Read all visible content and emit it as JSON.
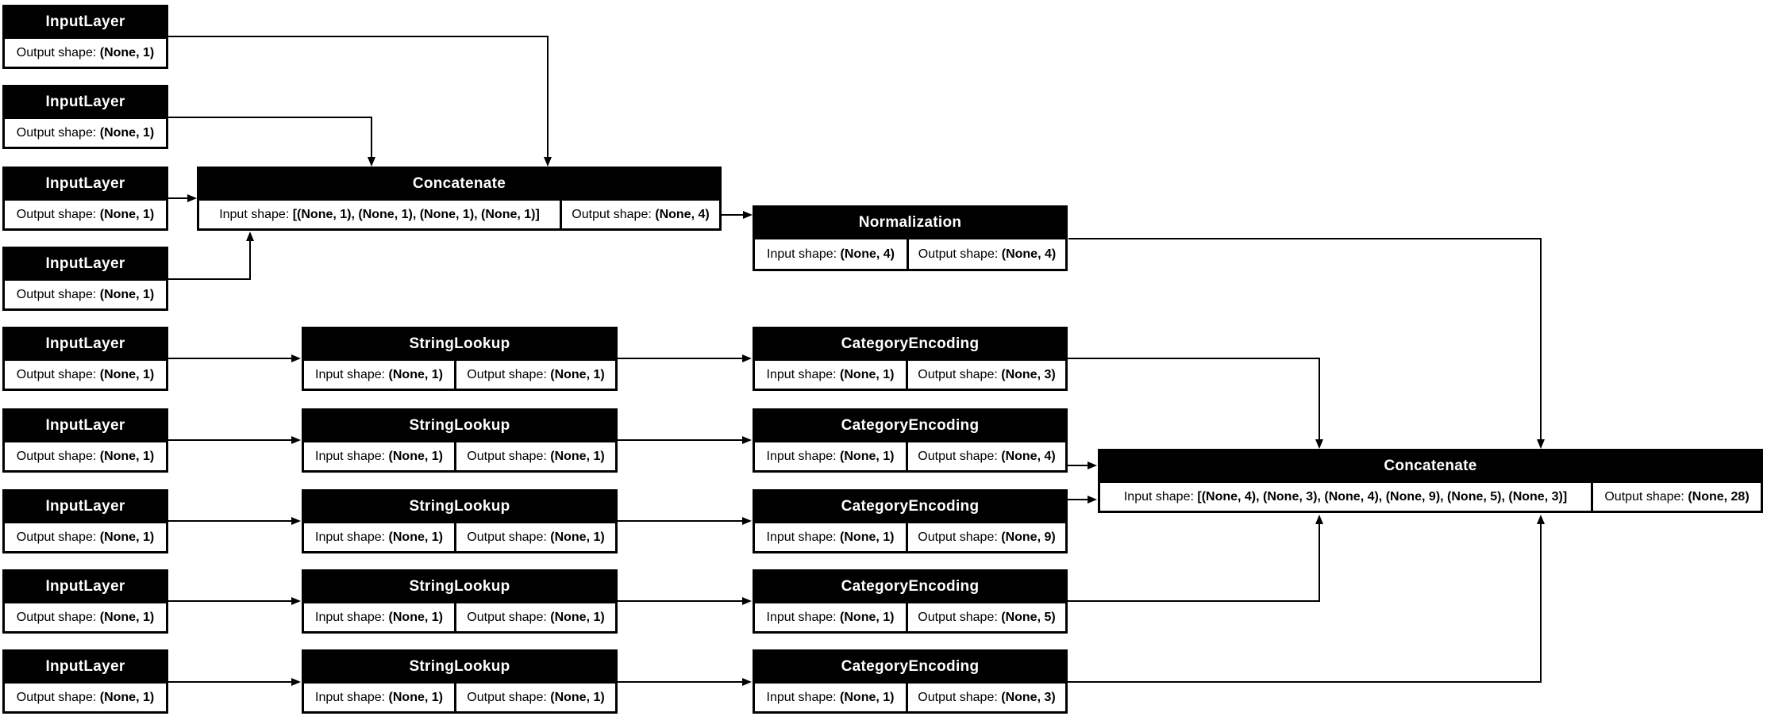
{
  "diagram": {
    "kind": "keras-model-architecture-graph",
    "colors": {
      "node_fill": "#000000",
      "cell_fill": "#ffffff",
      "title_text": "#ffffff",
      "cell_text": "#000000",
      "edge": "#000000",
      "canvas": "#ffffff"
    }
  },
  "labels": {
    "input_shape": "Input shape: ",
    "output_shape": "Output shape: "
  },
  "layers": {
    "inputs": [
      {
        "title": "InputLayer",
        "output_shape": "(None, 1)"
      },
      {
        "title": "InputLayer",
        "output_shape": "(None, 1)"
      },
      {
        "title": "InputLayer",
        "output_shape": "(None, 1)"
      },
      {
        "title": "InputLayer",
        "output_shape": "(None, 1)"
      },
      {
        "title": "InputLayer",
        "output_shape": "(None, 1)"
      },
      {
        "title": "InputLayer",
        "output_shape": "(None, 1)"
      },
      {
        "title": "InputLayer",
        "output_shape": "(None, 1)"
      },
      {
        "title": "InputLayer",
        "output_shape": "(None, 1)"
      },
      {
        "title": "InputLayer",
        "output_shape": "(None, 1)"
      }
    ],
    "concatenate1": {
      "title": "Concatenate",
      "input_shape": "[(None, 1), (None, 1), (None, 1), (None, 1)]",
      "output_shape": "(None, 4)"
    },
    "normalization": {
      "title": "Normalization",
      "input_shape": "(None, 4)",
      "output_shape": "(None, 4)"
    },
    "string_lookups": [
      {
        "title": "StringLookup",
        "input_shape": "(None, 1)",
        "output_shape": "(None, 1)"
      },
      {
        "title": "StringLookup",
        "input_shape": "(None, 1)",
        "output_shape": "(None, 1)"
      },
      {
        "title": "StringLookup",
        "input_shape": "(None, 1)",
        "output_shape": "(None, 1)"
      },
      {
        "title": "StringLookup",
        "input_shape": "(None, 1)",
        "output_shape": "(None, 1)"
      },
      {
        "title": "StringLookup",
        "input_shape": "(None, 1)",
        "output_shape": "(None, 1)"
      }
    ],
    "category_encodings": [
      {
        "title": "CategoryEncoding",
        "input_shape": "(None, 1)",
        "output_shape": "(None, 3)"
      },
      {
        "title": "CategoryEncoding",
        "input_shape": "(None, 1)",
        "output_shape": "(None, 4)"
      },
      {
        "title": "CategoryEncoding",
        "input_shape": "(None, 1)",
        "output_shape": "(None, 9)"
      },
      {
        "title": "CategoryEncoding",
        "input_shape": "(None, 1)",
        "output_shape": "(None, 5)"
      },
      {
        "title": "CategoryEncoding",
        "input_shape": "(None, 1)",
        "output_shape": "(None, 3)"
      }
    ],
    "concatenate2": {
      "title": "Concatenate",
      "input_shape": "[(None, 4), (None, 3), (None, 4), (None, 9), (None, 5), (None, 3)]",
      "output_shape": "(None, 28)"
    }
  },
  "edges": [
    {
      "from": "input-1",
      "to": "concatenate-1"
    },
    {
      "from": "input-2",
      "to": "concatenate-1"
    },
    {
      "from": "input-3",
      "to": "concatenate-1"
    },
    {
      "from": "input-4",
      "to": "concatenate-1"
    },
    {
      "from": "concatenate-1",
      "to": "normalization"
    },
    {
      "from": "normalization",
      "to": "concatenate-2"
    },
    {
      "from": "input-5",
      "to": "string-lookup-1"
    },
    {
      "from": "string-lookup-1",
      "to": "category-encoding-1"
    },
    {
      "from": "category-encoding-1",
      "to": "concatenate-2"
    },
    {
      "from": "input-6",
      "to": "string-lookup-2"
    },
    {
      "from": "string-lookup-2",
      "to": "category-encoding-2"
    },
    {
      "from": "category-encoding-2",
      "to": "concatenate-2"
    },
    {
      "from": "input-7",
      "to": "string-lookup-3"
    },
    {
      "from": "string-lookup-3",
      "to": "category-encoding-3"
    },
    {
      "from": "category-encoding-3",
      "to": "concatenate-2"
    },
    {
      "from": "input-8",
      "to": "string-lookup-4"
    },
    {
      "from": "string-lookup-4",
      "to": "category-encoding-4"
    },
    {
      "from": "category-encoding-4",
      "to": "concatenate-2"
    },
    {
      "from": "input-9",
      "to": "string-lookup-5"
    },
    {
      "from": "string-lookup-5",
      "to": "category-encoding-5"
    },
    {
      "from": "category-encoding-5",
      "to": "concatenate-2"
    }
  ]
}
